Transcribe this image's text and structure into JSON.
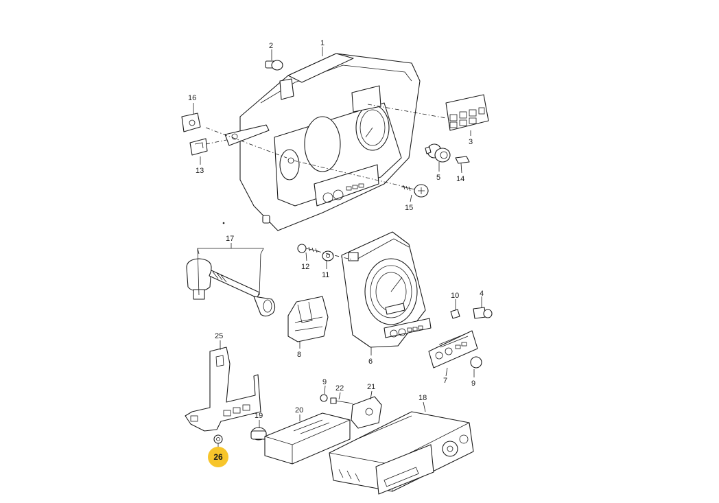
{
  "highlight_color": "#f7c52b",
  "callouts": {
    "c1": "1",
    "c2": "2",
    "c3": "3",
    "c4": "4",
    "c5": "5",
    "c6": "6",
    "c7": "7",
    "c8": "8",
    "c9a": "9",
    "c9b": "9",
    "c10": "10",
    "c11": "11",
    "c12": "12",
    "c13": "13",
    "c14": "14",
    "c15": "15",
    "c16": "16",
    "c17": "17",
    "c18": "18",
    "c19": "19",
    "c20": "20",
    "c21": "21",
    "c22": "22",
    "c25": "25",
    "c26": "26"
  }
}
